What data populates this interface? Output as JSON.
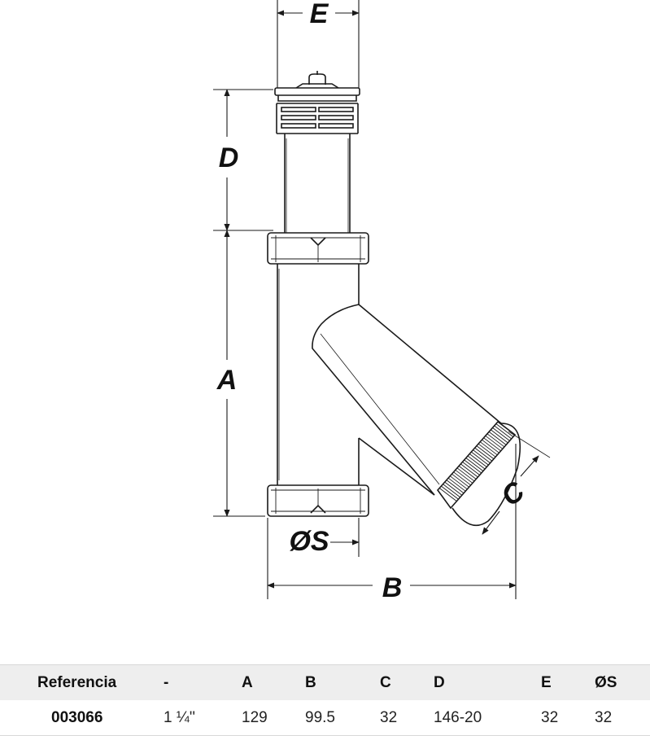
{
  "diagram": {
    "dimension_labels": {
      "A": "A",
      "B": "B",
      "C": "C",
      "D": "D",
      "E": "E",
      "S": "ØS"
    },
    "line_color": "#1a1a1a"
  },
  "table": {
    "headers": {
      "ref": "Referencia",
      "dash": "-",
      "a": "A",
      "b": "B",
      "c": "C",
      "d": "D",
      "e": "E",
      "s": "ØS"
    },
    "row": {
      "ref": "003066",
      "size": "1 ¼''",
      "a": "129",
      "b": "99.5",
      "c": "32",
      "d": "146-20",
      "e": "32",
      "s": "32"
    },
    "header_bg": "#eeeeee"
  }
}
